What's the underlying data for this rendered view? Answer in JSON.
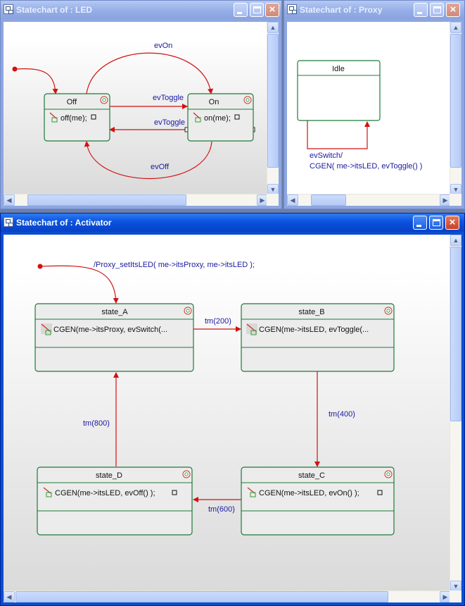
{
  "windows": {
    "led": {
      "title": "Statechart of : LED",
      "states": {
        "off": {
          "name": "Off",
          "action": "off(me);"
        },
        "on": {
          "name": "On",
          "action": "on(me);"
        }
      },
      "transitions": {
        "ev_on": "evOn",
        "ev_toggle_1": "evToggle",
        "ev_toggle_2": "evToggle",
        "ev_off": "evOff"
      }
    },
    "proxy": {
      "title": "Statechart of : Proxy",
      "states": {
        "idle": {
          "name": "Idle"
        }
      },
      "transitions": {
        "line1": "evSwitch/",
        "line2": "CGEN( me->itsLED, evToggle() )"
      }
    },
    "activator": {
      "title": "Statechart of : Activator",
      "default_action": "/Proxy_setItsLED( me->itsProxy, me->itsLED );",
      "states": {
        "a": {
          "name": "state_A",
          "action": "CGEN(me->itsProxy, evSwitch(..."
        },
        "b": {
          "name": "state_B",
          "action": "CGEN(me->itsLED, evToggle(..."
        },
        "c": {
          "name": "state_C",
          "action": "CGEN(me->itsLED, evOn() );"
        },
        "d": {
          "name": "state_D",
          "action": "CGEN(me->itsLED, evOff() );"
        }
      },
      "transitions": {
        "a_b": "tm(200)",
        "b_c": "tm(400)",
        "c_d": "tm(600)",
        "d_a": "tm(800)"
      }
    }
  },
  "colors": {
    "state_border": "#1e7a3a",
    "transition": "#d21111",
    "label": "#1a1aa0",
    "titlebar_active": "#0a52de",
    "titlebar_inactive": "#97b0e8"
  },
  "icons": {
    "window": "statechart-icon",
    "state": "reaction-icon",
    "action": "action-icon"
  }
}
